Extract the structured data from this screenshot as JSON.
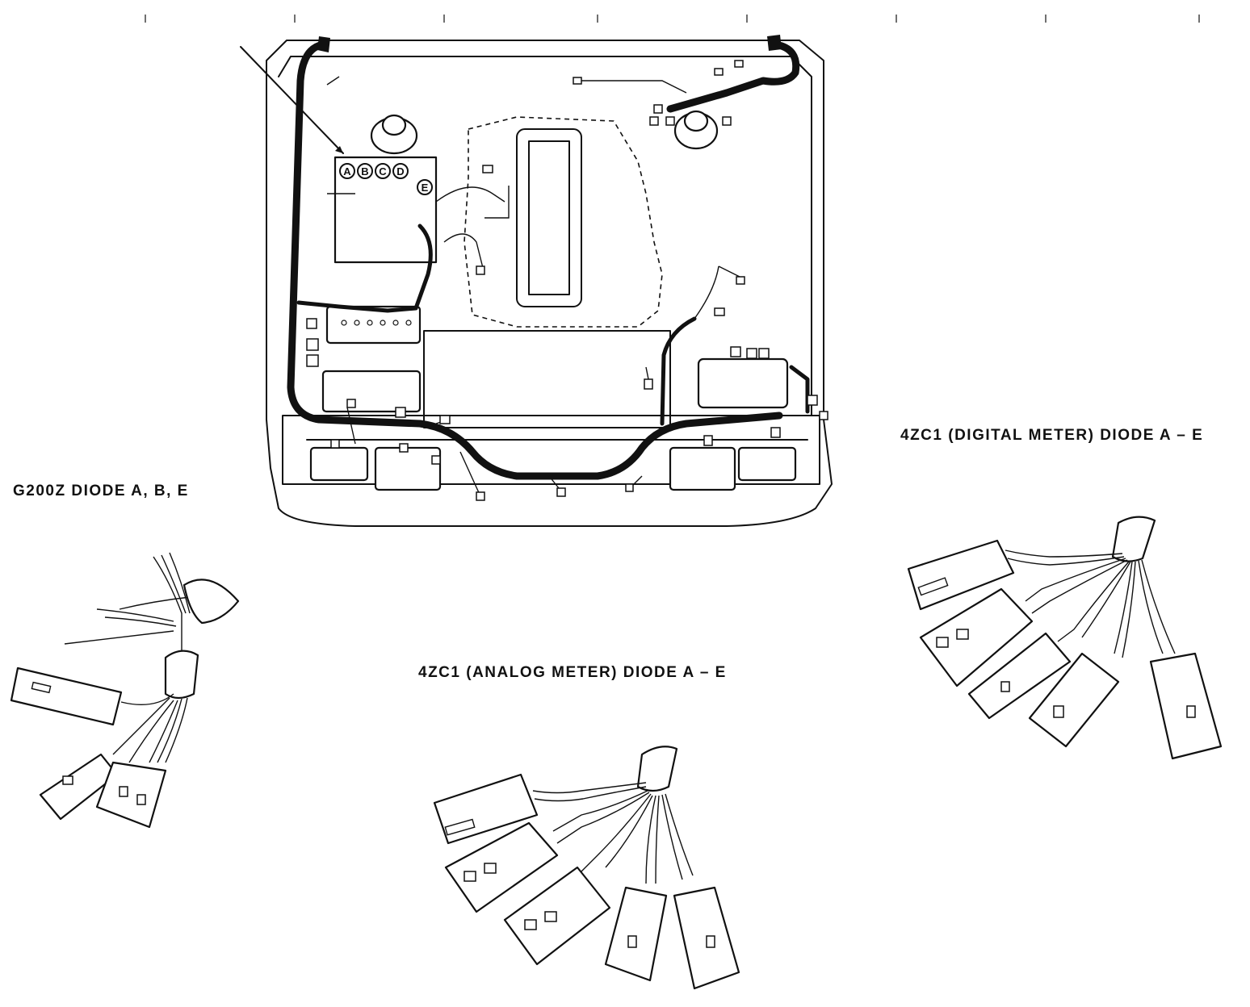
{
  "labels": {
    "g200z": "G200Z DIODE A, B, E",
    "analog": "4ZC1 (ANALOG METER) DIODE A – E",
    "digital": "4ZC1 (DIGITAL METER) DIODE A – E"
  },
  "diode_positions": [
    "A",
    "B",
    "C",
    "D",
    "E"
  ]
}
